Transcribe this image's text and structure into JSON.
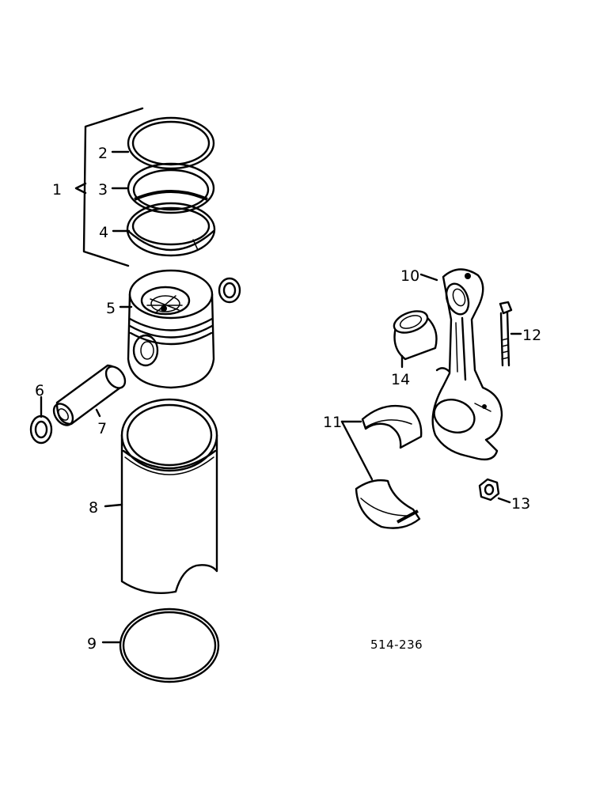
{
  "callouts": {
    "c1": "1",
    "c2": "2",
    "c3": "3",
    "c4": "4",
    "c5": "5",
    "c6": "6",
    "c7": "7",
    "c8": "8",
    "c9": "9",
    "c10": "10",
    "c11": "11",
    "c12": "12",
    "c13": "13",
    "c14": "14"
  },
  "reference_number": "514-236"
}
